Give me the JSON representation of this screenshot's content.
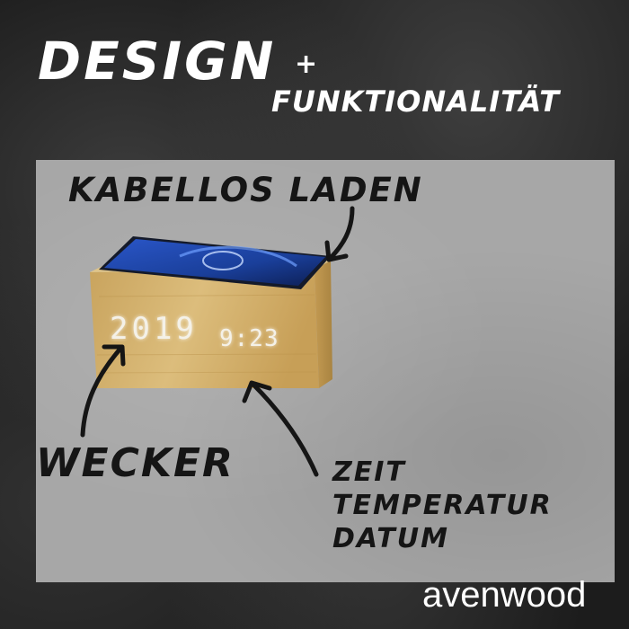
{
  "headline": {
    "design": "DESIGN",
    "plus": "+",
    "function": "FUNKTIONALITÄT"
  },
  "labels": {
    "wireless_charging": "KABELLOS LADEN",
    "alarm_clock": "WECKER",
    "features": [
      "ZEIT",
      "TEMPERATUR",
      "DATUM"
    ]
  },
  "display": {
    "year": "2019",
    "time": "9:23"
  },
  "brand": "avenwood",
  "colors": {
    "background": "#1c1c1c",
    "panel": "#a7a7a7",
    "wood": "#d2b06c",
    "phone": "#1a3f9a",
    "headline_text": "#ffffff",
    "label_text": "#151515"
  }
}
